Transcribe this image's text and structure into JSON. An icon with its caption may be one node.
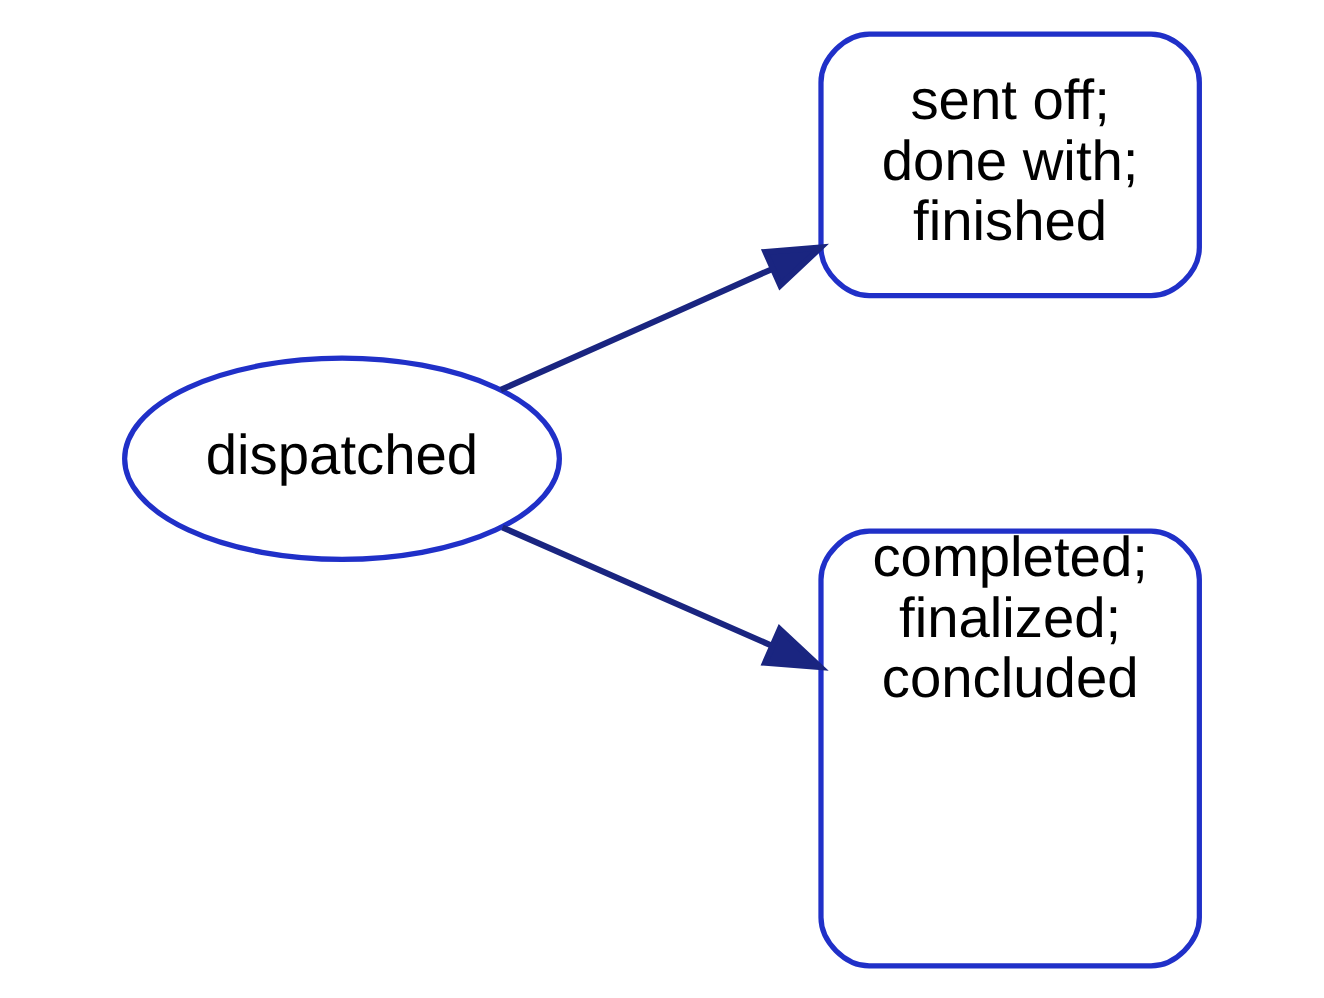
{
  "diagram": {
    "nodes": [
      {
        "text": [
          "dispatched"
        ]
      },
      {
        "text": [
          "sent off; done with; finished"
        ]
      },
      {
        "text": [
          "completed; finalized; concluded"
        ]
      }
    ],
    "edges": [
      {
        "from": 0,
        "to": 1,
        "arrow": "to"
      },
      {
        "from": 0,
        "to": 2,
        "arrow": "to"
      }
    ]
  }
}
